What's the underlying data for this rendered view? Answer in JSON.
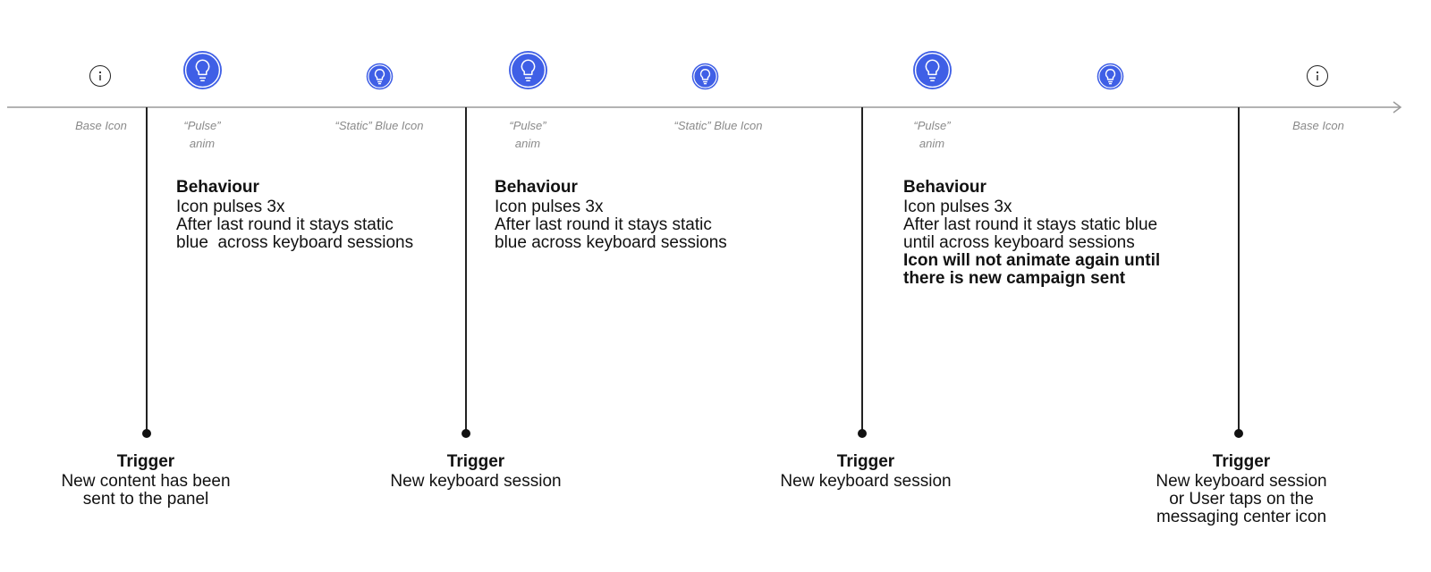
{
  "colors": {
    "accent": "#3f5fe6",
    "line": "#9a9a9a",
    "text": "#111111",
    "caption": "#8a8a8a"
  },
  "timeline": {
    "icons": [
      {
        "type": "base",
        "icon": "info-icon"
      },
      {
        "type": "pulse",
        "icon": "lightbulb-icon"
      },
      {
        "type": "static",
        "icon": "lightbulb-icon"
      },
      {
        "type": "pulse",
        "icon": "lightbulb-icon"
      },
      {
        "type": "static",
        "icon": "lightbulb-icon"
      },
      {
        "type": "pulse",
        "icon": "lightbulb-icon"
      },
      {
        "type": "static",
        "icon": "lightbulb-icon"
      },
      {
        "type": "base",
        "icon": "info-icon"
      }
    ],
    "captions": {
      "base_1": "Base Icon",
      "pulse_1": [
        "“Pulse”",
        "anim"
      ],
      "static_1": "“Static” Blue Icon",
      "pulse_2": [
        "“Pulse”",
        "anim"
      ],
      "static_2": "“Static” Blue Icon",
      "pulse_3": [
        "“Pulse”",
        "anim"
      ],
      "base_2": "Base Icon"
    }
  },
  "behaviours": [
    {
      "title": "Behaviour",
      "lines": [
        "Icon pulses 3x",
        "After last round it stays static",
        "blue  across keyboard sessions"
      ],
      "strong_lines": []
    },
    {
      "title": "Behaviour",
      "lines": [
        "Icon pulses 3x",
        "After last round it stays static",
        "blue across keyboard sessions"
      ],
      "strong_lines": []
    },
    {
      "title": "Behaviour",
      "lines": [
        "Icon pulses 3x",
        "After last round it stays static blue",
        "until across keyboard sessions"
      ],
      "strong_lines": [
        "Icon will not animate again until",
        "there is new campaign sent"
      ]
    }
  ],
  "triggers": [
    {
      "title": "Trigger",
      "lines": [
        "New content has been",
        "sent to the panel"
      ]
    },
    {
      "title": "Trigger",
      "lines": [
        "New keyboard session"
      ]
    },
    {
      "title": "Trigger",
      "lines": [
        "New keyboard session"
      ]
    },
    {
      "title": "Trigger",
      "lines": [
        "New keyboard session",
        "or User taps on the",
        "messaging center icon"
      ]
    }
  ]
}
